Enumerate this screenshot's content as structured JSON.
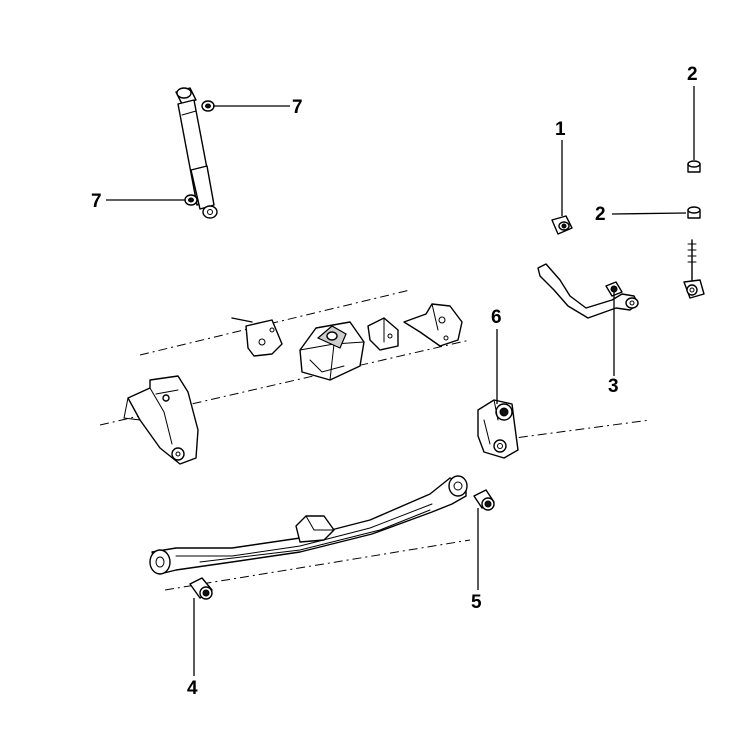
{
  "callouts": {
    "c1": "1",
    "c2a": "2",
    "c2b": "2",
    "c3": "3",
    "c4": "4",
    "c5": "5",
    "c6": "6",
    "c7a": "7",
    "c7b": "7"
  },
  "parts": {
    "shock_absorber": "shock-absorber",
    "stabilizer_bar": "stabilizer-bar",
    "stabilizer_link": "stabilizer-link",
    "leaf_spring": "leaf-spring",
    "frame": "frame-brackets"
  }
}
